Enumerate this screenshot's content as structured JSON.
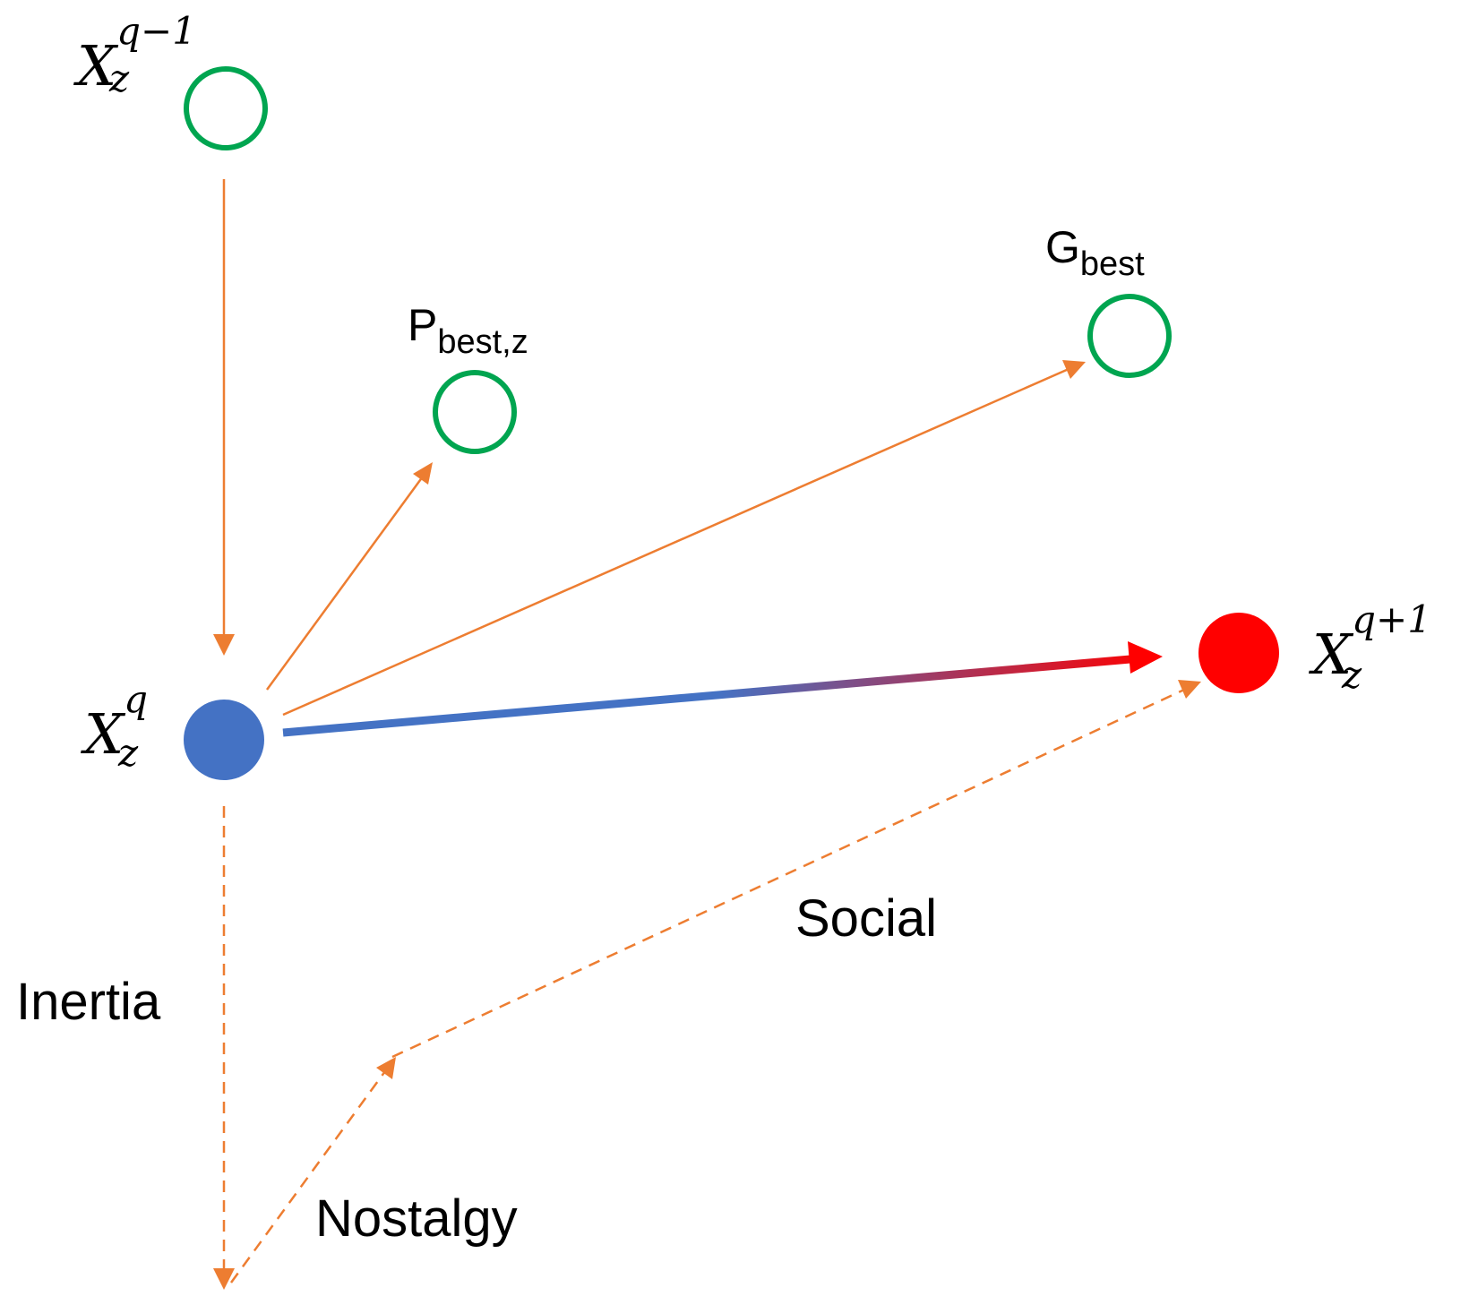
{
  "colors": {
    "arrow": "#ED7D31",
    "hollow_node": "#00A550",
    "current_node": "#4472C4",
    "next_node": "#FF0000",
    "text": "#000000"
  },
  "nodes": {
    "prev": {
      "base": "X",
      "sub": "z",
      "sup": "q−1"
    },
    "current": {
      "base": "X",
      "sub": "z",
      "sup": "q"
    },
    "next": {
      "base": "X",
      "sub": "z",
      "sup": "q+1"
    },
    "pbest": {
      "base": "P",
      "sub": "best,z"
    },
    "gbest": {
      "base": "G",
      "sub": "best"
    }
  },
  "labels": {
    "inertia": "Inertia",
    "social": "Social",
    "nostalgy": "Nostalgy"
  }
}
